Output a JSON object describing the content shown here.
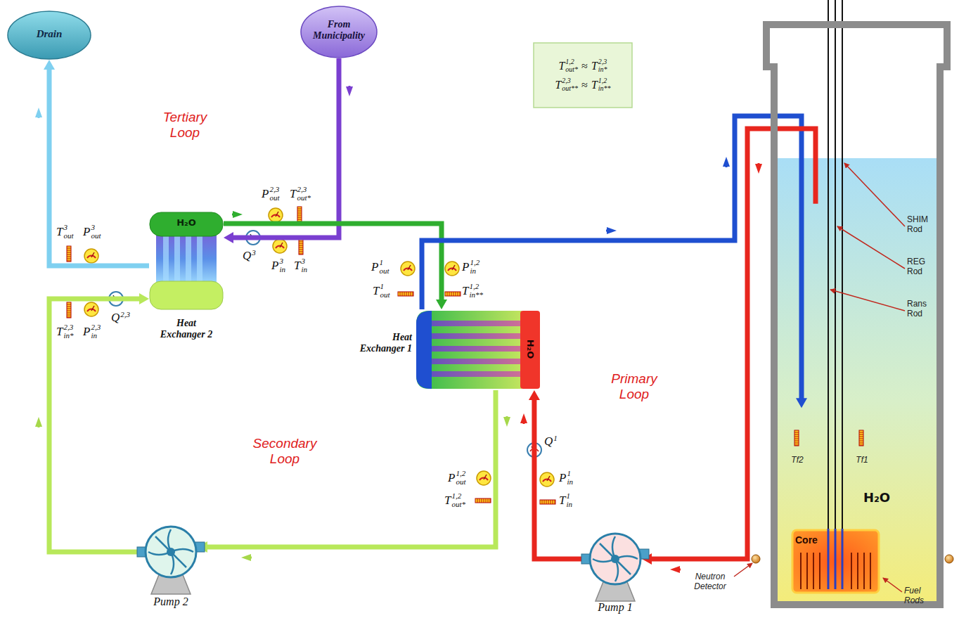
{
  "diagram": {
    "nodes": [
      {
        "text": [
          "Drain"
        ]
      },
      {
        "text": [
          "From Municipality"
        ]
      },
      {
        "text": [
          "T",
          "1,2",
          "out*",
          "≈",
          "T",
          "2,3",
          "in*",
          "T",
          "2,3",
          "out**",
          "≈",
          "T",
          "1,2",
          "in**"
        ]
      },
      {
        "text": [
          "H₂O",
          "Heat Exchanger 2"
        ]
      },
      {
        "text": [
          "H₂O",
          "Heat Exchanger 1"
        ]
      },
      {
        "text": [
          "H₂O"
        ]
      },
      {
        "text": [
          "Core"
        ],
        "in": 5
      },
      {
        "text": [
          "Pump 2"
        ]
      },
      {
        "text": [
          "Pump 1"
        ]
      }
    ],
    "edges": [
      {
        "from": 3,
        "to": 0,
        "arrow": "to"
      },
      {
        "from": 1,
        "to": 3,
        "arrow": "to"
      },
      {
        "from": 3,
        "to": 4,
        "arrow": "to"
      },
      {
        "from": 4,
        "to": 7,
        "arrow": "to"
      },
      {
        "from": 7,
        "to": 3,
        "arrow": "to"
      },
      {
        "from": 4,
        "to": 5,
        "arrow": "to"
      },
      {
        "from": 5,
        "to": 8,
        "arrow": "to"
      },
      {
        "from": 8,
        "to": 4,
        "arrow": "to"
      }
    ],
    "labels": [
      "Tertiary Loop",
      "Secondary Loop",
      "Primary Loop",
      "SHIM Rod",
      "REG Rod",
      "Rans Rod",
      "Tf2",
      "Tf1",
      "Neutron Detector",
      "Fuel Rods",
      "P",
      "2,3",
      "out",
      "T",
      "2,3",
      "out*",
      "Q",
      "3",
      "P",
      "3",
      "in",
      "T",
      "3",
      "in",
      "T",
      "3",
      "out",
      "P",
      "3",
      "out",
      "T",
      "2,3",
      "in*",
      "P",
      "2,3",
      "in",
      "Q",
      "2,3",
      "P",
      "1",
      "out",
      "T",
      "1",
      "out",
      "P",
      "1,2",
      "in",
      "T",
      "1,2",
      "in**",
      "Q",
      "1",
      "P",
      "1",
      "in",
      "T",
      "1",
      "in",
      "P",
      "1,2",
      "out",
      "T",
      "1,2",
      "out*"
    ]
  }
}
